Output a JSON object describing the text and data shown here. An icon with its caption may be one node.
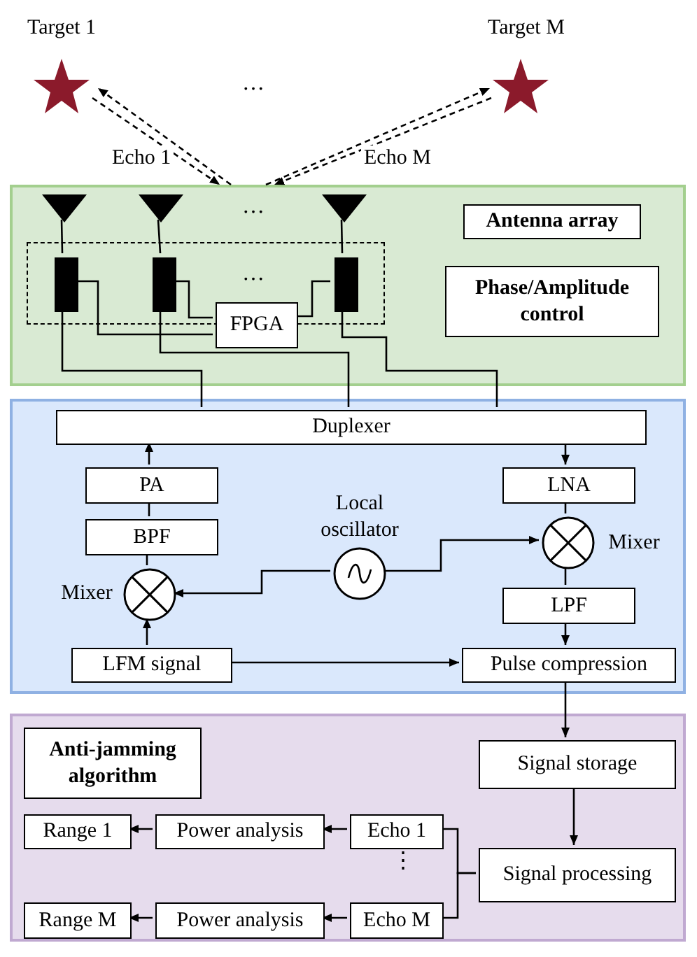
{
  "diagram": {
    "nodes": [
      {
        "text": [],
        "shape": "star",
        "beside": [
          "Target 1"
        ]
      },
      {
        "text": [],
        "shape": "star",
        "beside": [
          "Target M"
        ]
      },
      {
        "text": [],
        "shape": "box"
      },
      {
        "text": [
          "Antenna array"
        ],
        "in": 2
      },
      {
        "text": [
          "Phase/Amplitude control"
        ],
        "in": 2
      },
      {
        "text": [],
        "shape": "triangle",
        "in": 2
      },
      {
        "text": [],
        "shape": "triangle",
        "in": 2
      },
      {
        "text": [],
        "shape": "triangle",
        "in": 2
      },
      {
        "text": [],
        "shape": "box",
        "in": 2
      },
      {
        "text": [],
        "shape": "bar",
        "in": 8
      },
      {
        "text": [],
        "shape": "bar",
        "in": 8
      },
      {
        "text": [],
        "shape": "bar",
        "in": 8
      },
      {
        "text": [
          "FPGA"
        ],
        "in": 2
      },
      {
        "text": [],
        "shape": "box"
      },
      {
        "text": [
          "Duplexer"
        ],
        "in": 13
      },
      {
        "text": [
          "PA"
        ],
        "in": 13
      },
      {
        "text": [
          "BPF"
        ],
        "in": 13
      },
      {
        "text": [],
        "shape": "circle",
        "in": 13,
        "beside": [
          "Mixer"
        ]
      },
      {
        "text": [
          "LFM signal"
        ],
        "in": 13
      },
      {
        "text": [],
        "shape": "circle",
        "in": 13,
        "beside": [
          "Local oscillator"
        ]
      },
      {
        "text": [
          "LNA"
        ],
        "in": 13
      },
      {
        "text": [],
        "shape": "circle",
        "in": 13,
        "beside": [
          "Mixer"
        ]
      },
      {
        "text": [
          "LPF"
        ],
        "in": 13
      },
      {
        "text": [
          "Pulse compression"
        ],
        "in": 13
      },
      {
        "text": [],
        "shape": "box"
      },
      {
        "text": [
          "Anti-jamming algorithm"
        ],
        "in": 24
      },
      {
        "text": [
          "Signal storage"
        ],
        "in": 24
      },
      {
        "text": [
          "Signal processing"
        ],
        "in": 24
      },
      {
        "text": [
          "Echo 1"
        ],
        "in": 24
      },
      {
        "text": [
          "Echo M"
        ],
        "in": 24
      },
      {
        "text": [
          "Power analysis"
        ],
        "in": 24
      },
      {
        "text": [
          "Power analysis"
        ],
        "in": 24
      },
      {
        "text": [
          "Range 1"
        ],
        "in": 24
      },
      {
        "text": [
          "Range M"
        ],
        "in": 24
      }
    ],
    "edges": [
      {
        "from": 0,
        "to": 2,
        "arrow": "to",
        "style": "dashed",
        "label": "Echo 1"
      },
      {
        "from": 2,
        "to": 0,
        "arrow": "to",
        "style": "dashed"
      },
      {
        "from": 2,
        "to": 1,
        "arrow": "to",
        "style": "dashed"
      },
      {
        "from": 1,
        "to": 2,
        "arrow": "to",
        "style": "dashed",
        "label": "Echo M"
      },
      {
        "from": 5,
        "to": 9,
        "arrow": "none"
      },
      {
        "from": 6,
        "to": 10,
        "arrow": "none"
      },
      {
        "from": 7,
        "to": 11,
        "arrow": "none"
      },
      {
        "from": 9,
        "to": 12,
        "arrow": "none"
      },
      {
        "from": 10,
        "to": 12,
        "arrow": "none"
      },
      {
        "from": 11,
        "to": 12,
        "arrow": "none"
      },
      {
        "from": 9,
        "to": 14,
        "arrow": "none"
      },
      {
        "from": 10,
        "to": 14,
        "arrow": "none"
      },
      {
        "from": 11,
        "to": 14,
        "arrow": "none"
      },
      {
        "from": 15,
        "to": 14,
        "arrow": "to"
      },
      {
        "from": 16,
        "to": 15,
        "arrow": "none"
      },
      {
        "from": 17,
        "to": 16,
        "arrow": "none"
      },
      {
        "from": 18,
        "to": 17,
        "arrow": "to"
      },
      {
        "from": 19,
        "to": 17,
        "arrow": "to"
      },
      {
        "from": 19,
        "to": 21,
        "arrow": "to"
      },
      {
        "from": 14,
        "to": 20,
        "arrow": "to"
      },
      {
        "from": 20,
        "to": 21,
        "arrow": "none"
      },
      {
        "from": 21,
        "to": 22,
        "arrow": "none"
      },
      {
        "from": 22,
        "to": 23,
        "arrow": "to"
      },
      {
        "from": 18,
        "to": 23,
        "arrow": "to"
      },
      {
        "from": 23,
        "to": 26,
        "arrow": "to"
      },
      {
        "from": 26,
        "to": 27,
        "arrow": "to"
      },
      {
        "from": 27,
        "to": 28,
        "arrow": "none"
      },
      {
        "from": 27,
        "to": 29,
        "arrow": "none"
      },
      {
        "from": 28,
        "to": 30,
        "arrow": "to"
      },
      {
        "from": 30,
        "to": 32,
        "arrow": "to"
      },
      {
        "from": 29,
        "to": 31,
        "arrow": "to"
      },
      {
        "from": 31,
        "to": 33,
        "arrow": "to"
      }
    ],
    "labels": [
      "…",
      "…",
      "…",
      "⋮"
    ]
  }
}
